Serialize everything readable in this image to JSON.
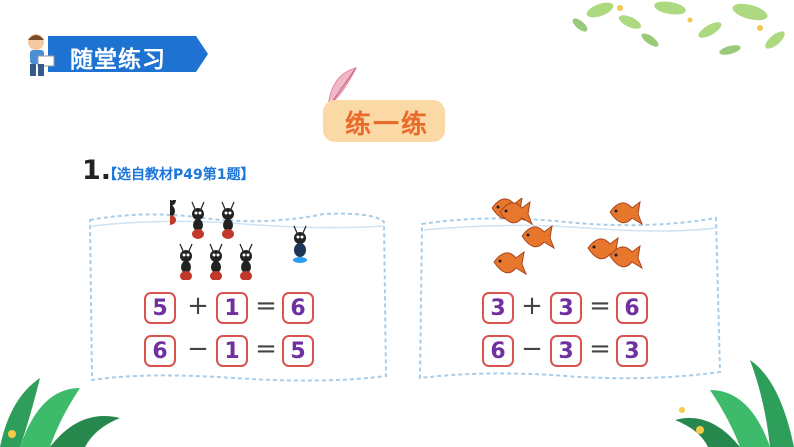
{
  "header": {
    "title": "随堂练习"
  },
  "practice_badge": {
    "text": "练一练"
  },
  "question": {
    "number": "1.",
    "source": "【选自教材P49第1题】"
  },
  "left_panel": {
    "picture": "ants",
    "rows": [
      {
        "a": "5",
        "op": "+",
        "b": "1",
        "eq": "=",
        "c": "6"
      },
      {
        "a": "6",
        "op": "−",
        "b": "1",
        "eq": "=",
        "c": "5"
      }
    ]
  },
  "right_panel": {
    "picture": "fish",
    "rows": [
      {
        "a": "3",
        "op": "+",
        "b": "3",
        "eq": "=",
        "c": "6"
      },
      {
        "a": "6",
        "op": "−",
        "b": "3",
        "eq": "=",
        "c": "3"
      }
    ]
  },
  "colors": {
    "banner": "#1e73d2",
    "box_border": "#d9534f",
    "number": "#7030a0",
    "source_text": "#1c76d9",
    "badge_text": "#e86b2c"
  }
}
